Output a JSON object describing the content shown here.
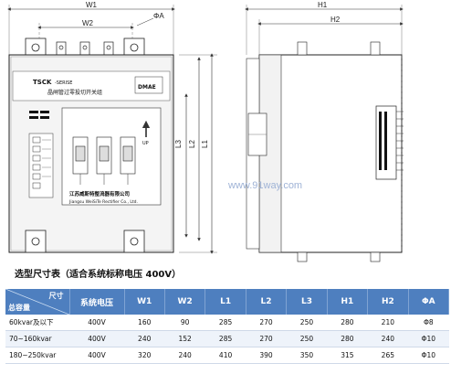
{
  "drawing": {
    "dims": {
      "w1": "W1",
      "w2": "W2",
      "phi_a": "ΦA",
      "h1": "H1",
      "h2": "H2",
      "l1": "L1",
      "l2": "L2",
      "l3": "L3"
    },
    "panel": {
      "model": "TSCK",
      "series": "-SERISE",
      "brand": "DMAE",
      "cn_title": "晶闸管过零投切开关组",
      "up": "UP",
      "company_cn": "江苏威斯特整流器有限公司",
      "company_en": "Jiangsu WeiSiTe Rectifier Co., Ltd."
    },
    "watermark": "www.91way.com"
  },
  "table": {
    "title": "选型尺寸表（适合系统标称电压 400V）",
    "corner_top": "尺寸",
    "corner_bottom": "总容量",
    "headers": [
      "系统电压",
      "W1",
      "W2",
      "L1",
      "L2",
      "L3",
      "H1",
      "H2",
      "ΦA"
    ],
    "rows": [
      [
        "60kvar及以下",
        "400V",
        "160",
        "90",
        "285",
        "270",
        "250",
        "280",
        "210",
        "Φ8"
      ],
      [
        "70~160kvar",
        "400V",
        "240",
        "152",
        "285",
        "270",
        "250",
        "280",
        "240",
        "Φ10"
      ],
      [
        "180~250kvar",
        "400V",
        "320",
        "240",
        "410",
        "390",
        "350",
        "315",
        "265",
        "Φ10"
      ]
    ]
  }
}
